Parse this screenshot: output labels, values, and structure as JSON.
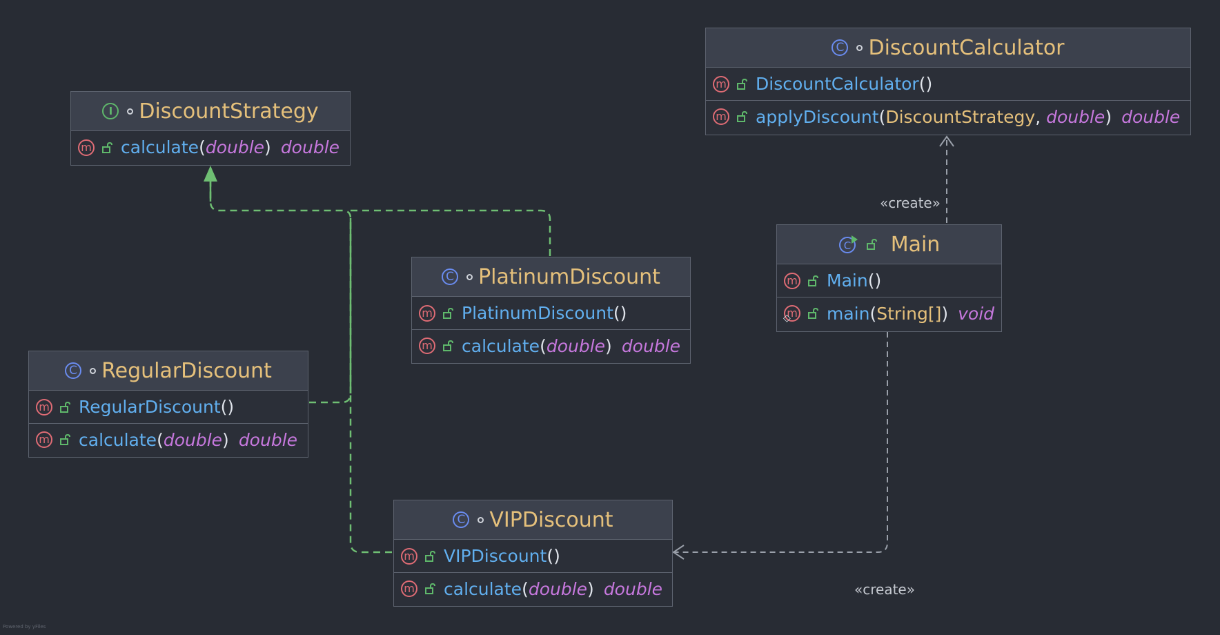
{
  "diagram": {
    "nodes": {
      "discount_strategy": {
        "name": "DiscountStrategy",
        "kind_icon": "I",
        "methods": [
          {
            "name": "calculate",
            "params": [
              "double"
            ],
            "return": "double"
          }
        ]
      },
      "discount_calculator": {
        "name": "DiscountCalculator",
        "kind_icon": "C",
        "methods": [
          {
            "name": "DiscountCalculator",
            "params": [],
            "return": ""
          },
          {
            "name": "applyDiscount",
            "params": [
              "DiscountStrategy",
              "double"
            ],
            "return": "double"
          }
        ]
      },
      "main": {
        "name": "Main",
        "kind_icon": "C",
        "methods": [
          {
            "name": "Main",
            "params": [],
            "return": ""
          },
          {
            "name": "main",
            "params": [
              "String[]"
            ],
            "return": "void"
          }
        ]
      },
      "platinum_discount": {
        "name": "PlatinumDiscount",
        "kind_icon": "C",
        "methods": [
          {
            "name": "PlatinumDiscount",
            "params": [],
            "return": ""
          },
          {
            "name": "calculate",
            "params": [
              "double"
            ],
            "return": "double"
          }
        ]
      },
      "regular_discount": {
        "name": "RegularDiscount",
        "kind_icon": "C",
        "methods": [
          {
            "name": "RegularDiscount",
            "params": [],
            "return": ""
          },
          {
            "name": "calculate",
            "params": [
              "double"
            ],
            "return": "double"
          }
        ]
      },
      "vip_discount": {
        "name": "VIPDiscount",
        "kind_icon": "C",
        "methods": [
          {
            "name": "VIPDiscount",
            "params": [],
            "return": ""
          },
          {
            "name": "calculate",
            "params": [
              "double"
            ],
            "return": "double"
          }
        ]
      }
    },
    "method_icon": "m",
    "edge_labels": {
      "create_calculator": "«create»",
      "create_vip": "«create»"
    },
    "colors": {
      "background": "#282c34",
      "class_name": "#e5c07b",
      "method_name": "#61afef",
      "primitive_type": "#c678dd",
      "realization_edge": "#6fbf73",
      "dependency_edge": "#9aa0aa"
    },
    "footer": "Powered by yFiles"
  }
}
